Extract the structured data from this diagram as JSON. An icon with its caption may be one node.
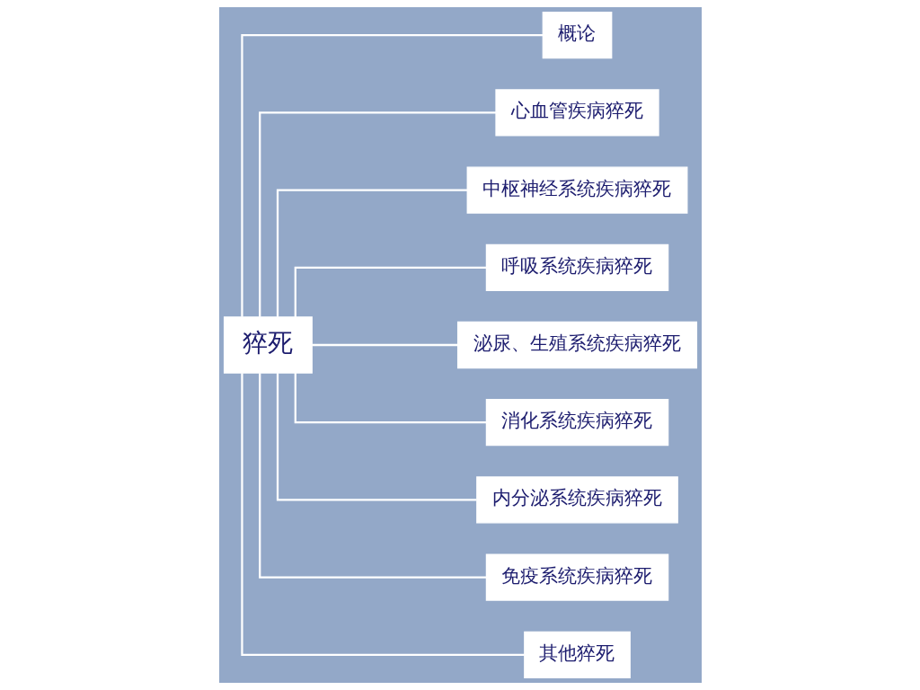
{
  "diagram": {
    "nodes": [
      {
        "text": [
          "猝死"
        ]
      },
      {
        "text": [
          "概论"
        ]
      },
      {
        "text": [
          "心血管疾病猝死"
        ]
      },
      {
        "text": [
          "中枢神经系统疾病猝死"
        ]
      },
      {
        "text": [
          "呼吸系统疾病猝死"
        ]
      },
      {
        "text": [
          "泌尿、生殖系统疾病猝死"
        ]
      },
      {
        "text": [
          "消化系统疾病猝死"
        ]
      },
      {
        "text": [
          "内分泌系统疾病猝死"
        ]
      },
      {
        "text": [
          "免疫系统疾病猝死"
        ]
      },
      {
        "text": [
          "其他猝死"
        ]
      }
    ],
    "edges": [
      {
        "from": 0,
        "to": 1,
        "arrow": "none"
      },
      {
        "from": 0,
        "to": 2,
        "arrow": "none"
      },
      {
        "from": 0,
        "to": 3,
        "arrow": "none"
      },
      {
        "from": 0,
        "to": 4,
        "arrow": "none"
      },
      {
        "from": 0,
        "to": 5,
        "arrow": "none"
      },
      {
        "from": 0,
        "to": 6,
        "arrow": "none"
      },
      {
        "from": 0,
        "to": 7,
        "arrow": "none"
      },
      {
        "from": 0,
        "to": 8,
        "arrow": "none"
      },
      {
        "from": 0,
        "to": 9,
        "arrow": "none"
      }
    ]
  }
}
